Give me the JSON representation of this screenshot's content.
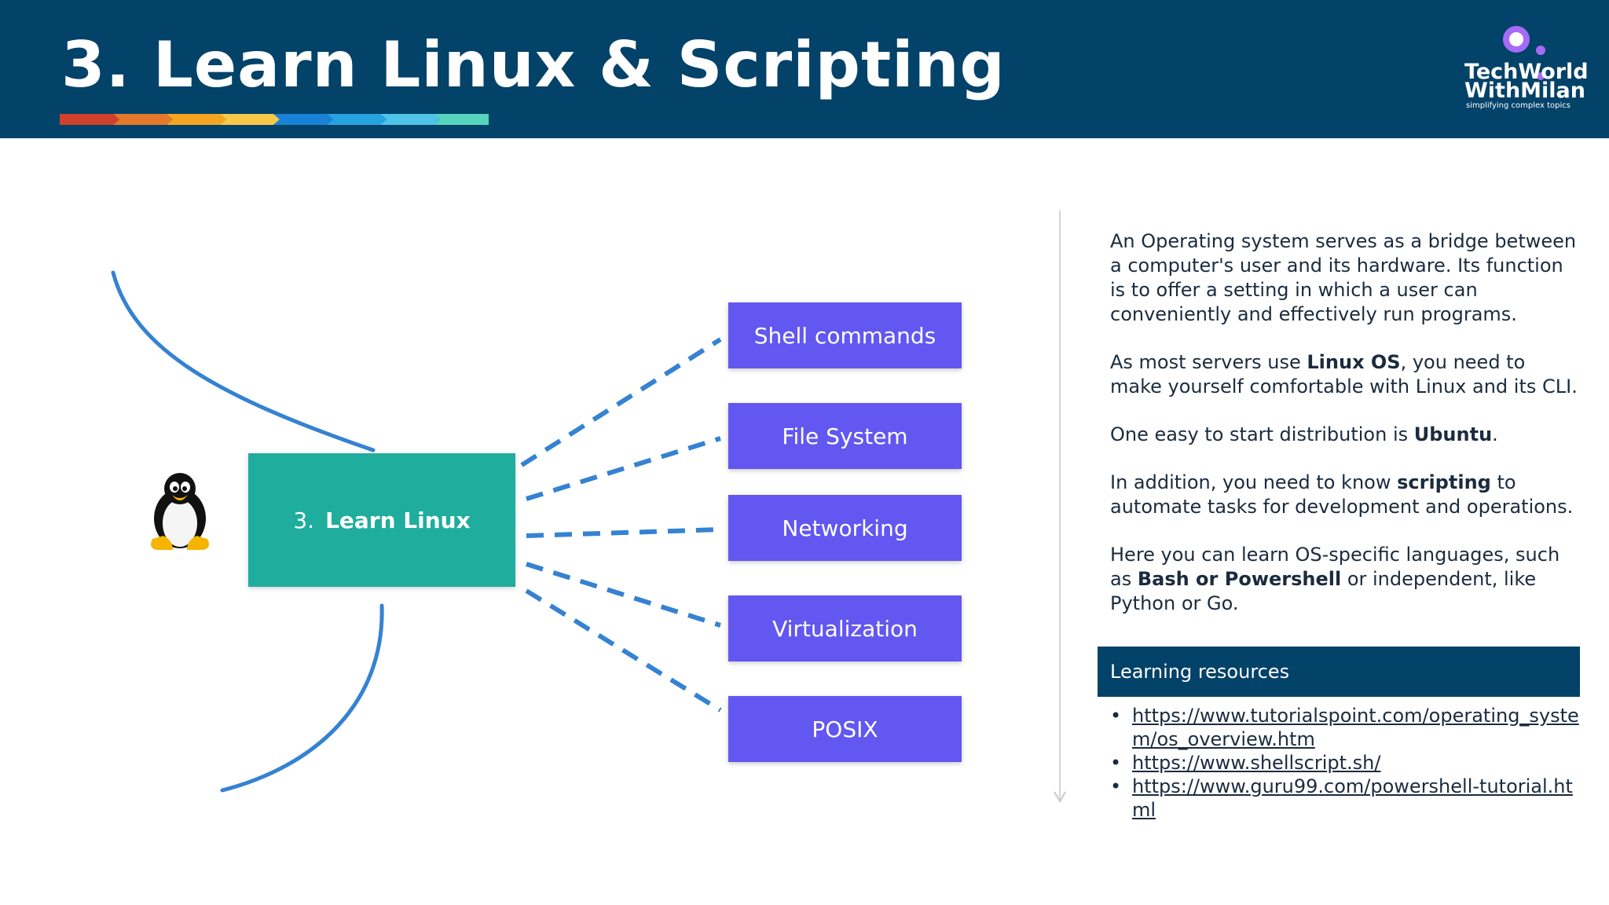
{
  "header": {
    "title": "3. Learn Linux & Scripting",
    "progress_colors": [
      "#d0402c",
      "#e5782a",
      "#f6a521",
      "#f8c947",
      "#1a82d6",
      "#27a3e2",
      "#4fc3e8",
      "#58d4bd"
    ]
  },
  "logo": {
    "line1": "TechWorld",
    "line2": "WithMilan",
    "tagline": "simplifying complex topics",
    "accent_color": "#a56bf5"
  },
  "diagram": {
    "main_node": {
      "number": "3.",
      "label": "Learn Linux",
      "color": "#1fad9e"
    },
    "topics": [
      "Shell commands",
      "File System",
      "Networking",
      "Virtualization",
      "POSIX"
    ],
    "topic_color": "#6257f0",
    "connector_color": "#3582d2",
    "icon": "tux-penguin-icon"
  },
  "description": {
    "p1": "An Operating system serves as a bridge between a computer's user and its hardware. Its function is to offer a setting in which a user can conveniently and effectively run programs.",
    "p2_before": "As most servers use ",
    "p2_bold": "Linux OS",
    "p2_after": ", you need to make yourself comfortable with Linux and its CLI.",
    "p3_before": "One easy to start distribution is ",
    "p3_bold": "Ubuntu",
    "p3_after": ".",
    "p4_before": "In addition, you need to know ",
    "p4_bold": "scripting",
    "p4_after": " to automate tasks for development and operations.",
    "p5_before": "Here you can learn OS-specific languages, such as ",
    "p5_bold": "Bash or Powershell",
    "p5_after": " or independent, like Python or Go."
  },
  "resources": {
    "header": "Learning resources",
    "bullet": "•",
    "links": [
      "https://www.tutorialspoint.com/operating_system/os_overview.htm",
      "https://www.shellscript.sh/",
      "https://www.guru99.com/powershell-tutorial.html"
    ]
  }
}
